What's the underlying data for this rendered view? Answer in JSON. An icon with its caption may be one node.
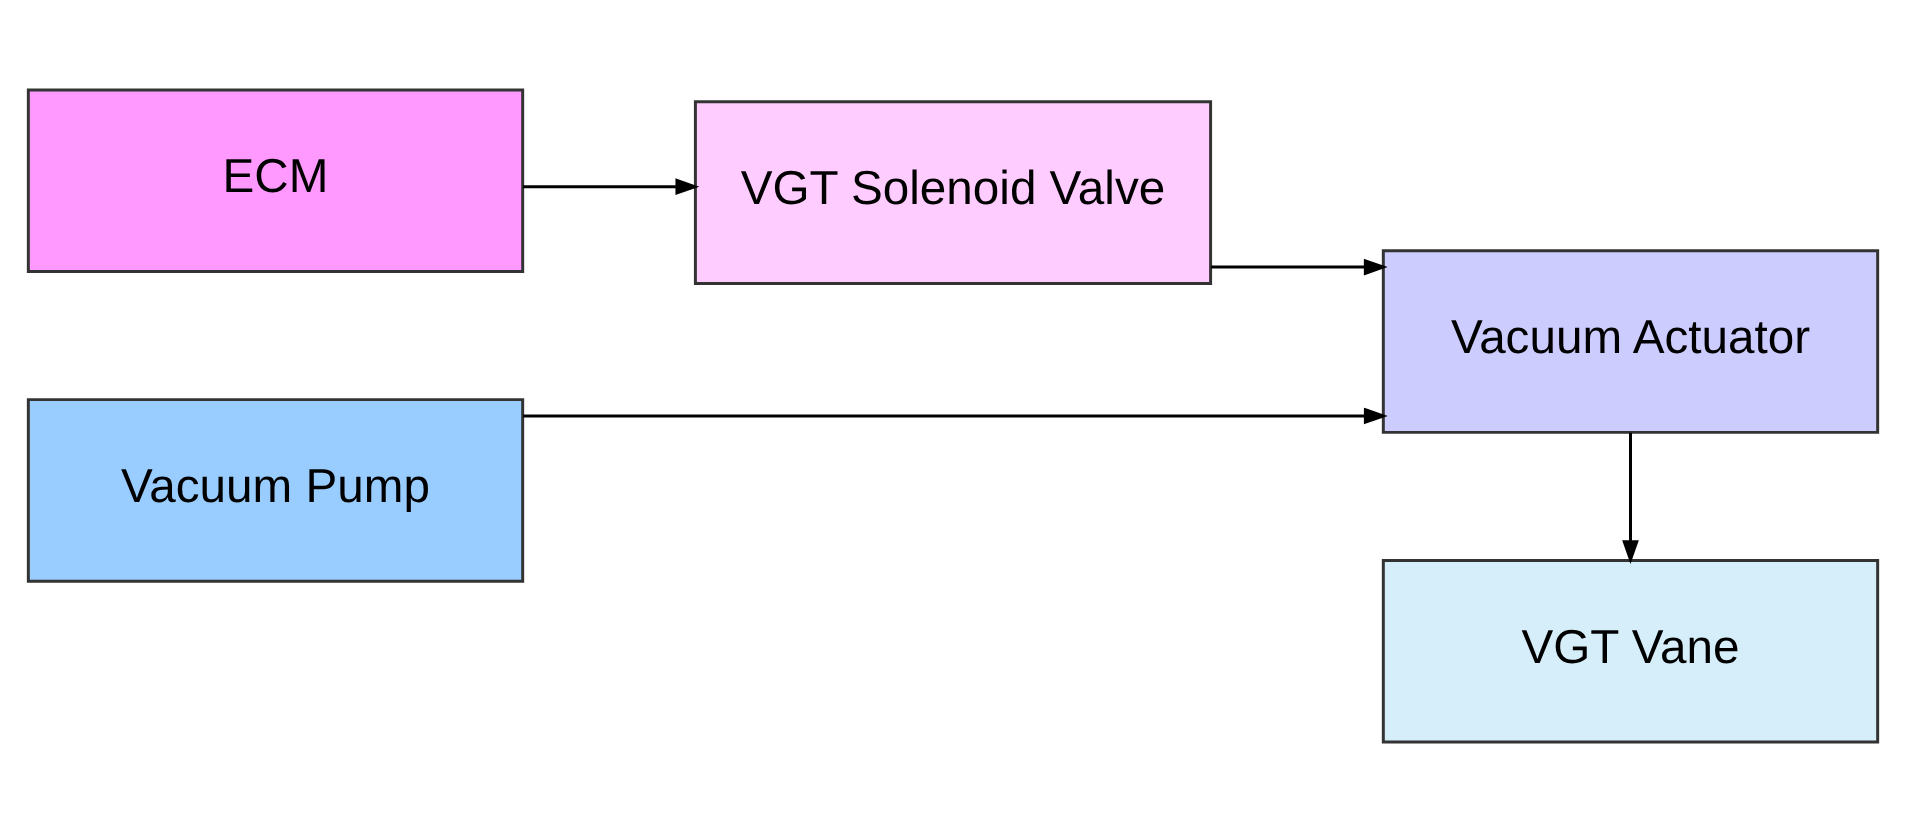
{
  "diagram": {
    "nodes": [
      {
        "text": [
          "ECM"
        ]
      },
      {
        "text": [
          "VGT Solenoid Valve"
        ]
      },
      {
        "text": [
          "Vacuum Pump"
        ]
      },
      {
        "text": [
          "Vacuum Actuator"
        ]
      },
      {
        "text": [
          "VGT Vane"
        ]
      }
    ],
    "edges": [
      {
        "from": 0,
        "to": 1,
        "arrow": "to"
      },
      {
        "from": 1,
        "to": 3,
        "arrow": "to"
      },
      {
        "from": 2,
        "to": 3,
        "arrow": "to"
      },
      {
        "from": 3,
        "to": 4,
        "arrow": "to"
      }
    ]
  }
}
